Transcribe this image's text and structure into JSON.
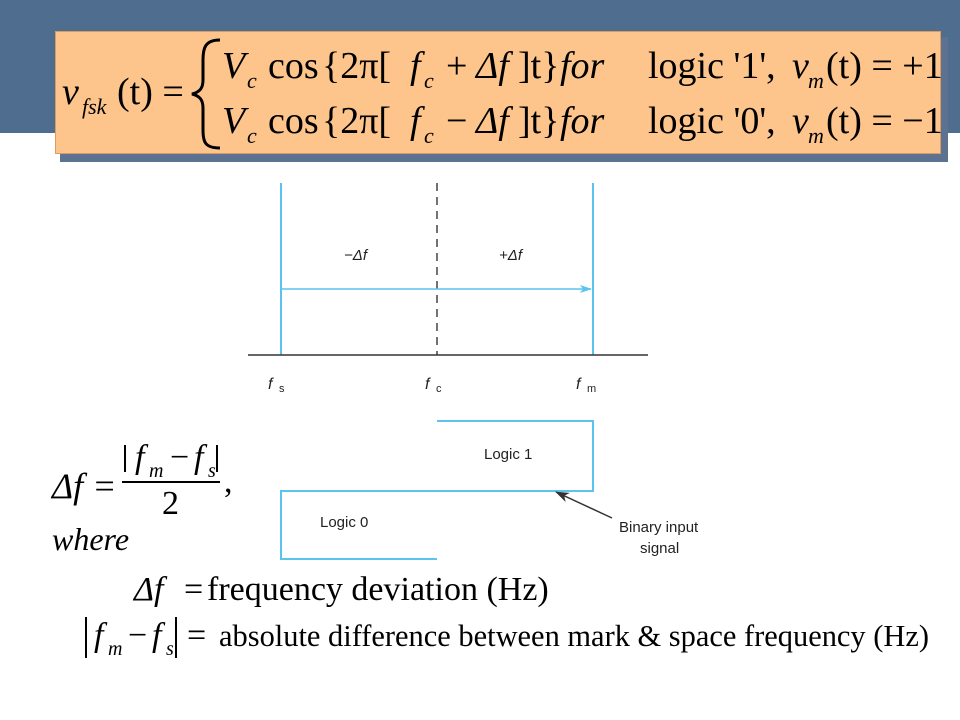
{
  "colors": {
    "header": "#4f6d8e",
    "equation_bg": "#fdc58c",
    "diagram_line": "#5bc4ee",
    "axis": "#333333"
  },
  "equation": {
    "lhs_v": "v",
    "lhs_sub": "fsk",
    "lhs_arg": "(t) =",
    "rows": [
      {
        "amp": "V",
        "amp_sub": "c",
        "func": "cos",
        "open": "{2π[",
        "fvar": "f",
        "fsub": "c",
        "op": "+",
        "delta": "Δf",
        "close": "]t}",
        "for": "for",
        "logic": "logic '1',",
        "vm": "v",
        "vm_sub": "m",
        "vm_arg": "(t) = +1"
      },
      {
        "amp": "V",
        "amp_sub": "c",
        "func": "cos",
        "open": "{2π[",
        "fvar": "f",
        "fsub": "c",
        "op": "−",
        "delta": "Δf",
        "close": "]t}",
        "for": "for",
        "logic": "logic '0',",
        "vm": "v",
        "vm_sub": "m",
        "vm_arg": "(t) = −1"
      }
    ]
  },
  "spectrum": {
    "minus_delta": "−Δf",
    "plus_delta": "+Δf",
    "fs": {
      "letter": "f",
      "sub": "s"
    },
    "fc": {
      "letter": "f",
      "sub": "c"
    },
    "fm": {
      "letter": "f",
      "sub": "m"
    }
  },
  "waveform": {
    "logic1": "Logic 1",
    "logic0": "Logic 0",
    "callout_line1": "Binary input",
    "callout_line2": "signal"
  },
  "formula": {
    "delta_lhs": "Δf =",
    "num_f": "f",
    "num_m": "m",
    "num_minus": "−",
    "num_f2": "f",
    "num_s": "s",
    "denominator": "2",
    "comma": ",",
    "where": "where",
    "def1_symbol": "Δf",
    "def1_eq": "=",
    "def1_text": "frequency deviation (Hz)",
    "def2_f": "f",
    "def2_m": "m",
    "def2_minus": "−",
    "def2_f2": "f",
    "def2_s": "s",
    "def2_eq": "=",
    "def2_text": "absolute difference between mark & space frequency (Hz)"
  }
}
